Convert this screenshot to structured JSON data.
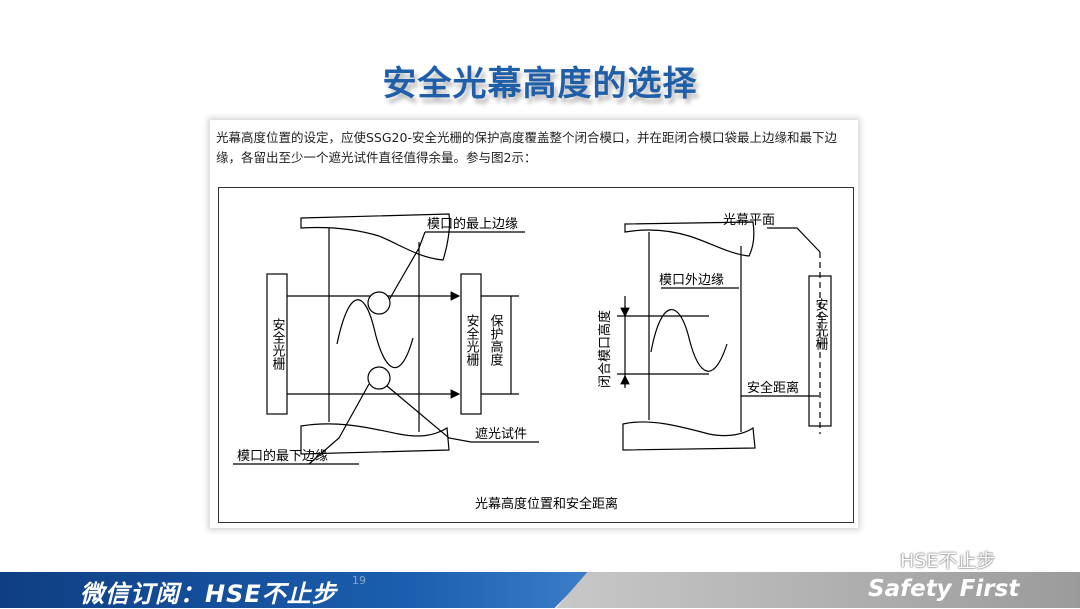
{
  "slide": {
    "title": "安全光幕高度的选择",
    "description": "光幕高度位置的设定，应使SSG20-安全光栅的保护高度覆盖整个闭合模口，并在距闭合模口袋最上边缘和最下边缘，各留出至少一个遮光试件直径值得余量。参与图2示：",
    "page_number": "19"
  },
  "figure": {
    "caption": "光幕高度位置和安全距离",
    "left": {
      "top_edge_label": "模口的最上边缘",
      "bottom_edge_label": "模口的最下边缘",
      "test_piece_label": "遮光试件",
      "curtain_left_label": "安全光栅",
      "curtain_right_label": "安全光栅",
      "protection_height_label": "保护高度"
    },
    "right": {
      "plane_label": "光幕平面",
      "outer_edge_label": "模口外边缘",
      "closed_height_label": "闭合模口高度",
      "curtain_label": "安全光栅",
      "safety_distance_label": "安全距离"
    }
  },
  "footer": {
    "left_text": "微信订阅：HSE不止步",
    "right_text": "Safety First",
    "watermark": "HSE不止步",
    "left_color": "#1b5fb0",
    "right_color": "#9b9b9b"
  },
  "colors": {
    "title": "#1f5ea8"
  }
}
